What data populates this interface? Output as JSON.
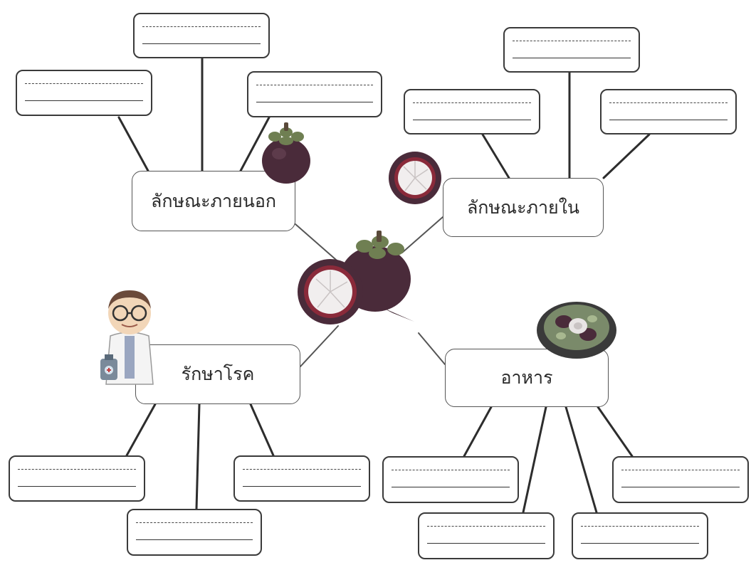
{
  "topics": {
    "outer": "ลักษณะภายนอก",
    "inner": "ลักษณะภายใน",
    "medicine": "รักษาโรค",
    "food": "อาหาร"
  },
  "illustrations": {
    "center": "mangosteen-cluster-icon",
    "outer": "whole-mangosteen-icon",
    "inner": "halved-mangosteen-icon",
    "medicine": "doctor-icon",
    "food": "mangosteen-salad-bowl-icon"
  },
  "colors": {
    "border": "#3a3a3a",
    "text": "#2a2a2a",
    "fruit_skin": "#4a2b3a",
    "fruit_flesh": "#f1eeee"
  }
}
